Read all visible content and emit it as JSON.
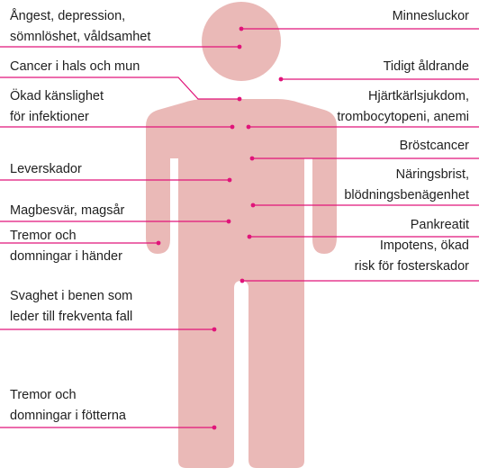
{
  "colors": {
    "figure_fill": "#eab9b7",
    "accent": "#e0147a",
    "text": "#1f1f1f"
  },
  "left_labels": [
    {
      "id": "anxiety",
      "lines": [
        "Ångest, depression,",
        "sömnlöshet, våldsamhet"
      ]
    },
    {
      "id": "cancer-mouth",
      "lines": [
        "Cancer i hals och mun"
      ]
    },
    {
      "id": "infections",
      "lines": [
        "Ökad känslighet",
        "för infektioner"
      ]
    },
    {
      "id": "liver",
      "lines": [
        "Leverskador"
      ]
    },
    {
      "id": "stomach",
      "lines": [
        "Magbesvär, magsår"
      ]
    },
    {
      "id": "tremor-hands",
      "lines": [
        "Tremor och",
        "domningar i händer"
      ]
    },
    {
      "id": "legs",
      "lines": [
        "Svaghet i benen som",
        "leder till frekventa fall"
      ]
    },
    {
      "id": "tremor-feet",
      "lines": [
        "Tremor och",
        "domningar i fötterna"
      ]
    }
  ],
  "right_labels": [
    {
      "id": "memory",
      "lines": [
        "Minnesluckor"
      ]
    },
    {
      "id": "aging",
      "lines": [
        "Tidigt åldrande"
      ]
    },
    {
      "id": "heart",
      "lines": [
        "Hjärtkärlsjukdom,",
        "trombocytopeni, anemi"
      ]
    },
    {
      "id": "breast",
      "lines": [
        "Bröstcancer"
      ]
    },
    {
      "id": "nutrition",
      "lines": [
        "Näringsbrist,",
        "blödningsbenägenhet"
      ]
    },
    {
      "id": "pancreas",
      "lines": [
        "Pankreatit"
      ]
    },
    {
      "id": "impotence",
      "lines": [
        "Impotens, ökad",
        "risk för fosterskador"
      ]
    }
  ]
}
